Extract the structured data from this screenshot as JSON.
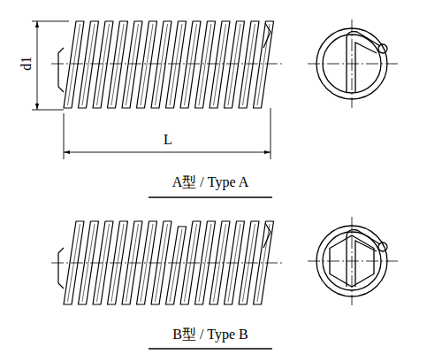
{
  "diagram": {
    "labels": [
      "d1",
      "L",
      "A型 / Type A",
      "B型 / Type B"
    ]
  }
}
